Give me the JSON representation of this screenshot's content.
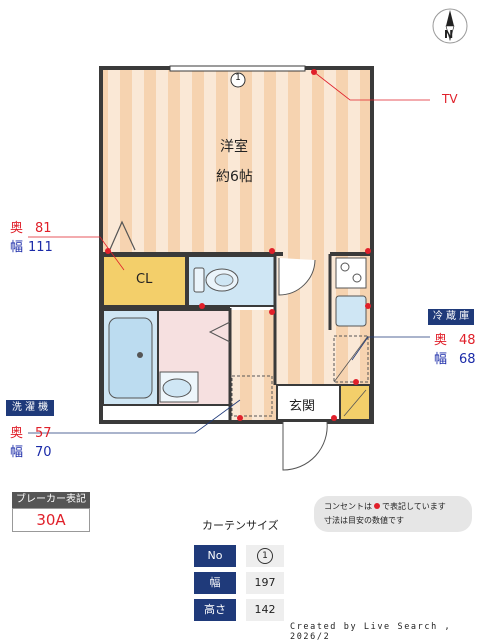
{
  "compass": {
    "label": "N"
  },
  "rooms": {
    "main_name": "洋室",
    "main_size": "約6帖",
    "closet": "CL",
    "entrance": "玄関"
  },
  "window_marker": "1",
  "tv": {
    "label": "TV"
  },
  "cl_space": {
    "depth_label": "奥",
    "depth": "81",
    "width_label": "幅",
    "width": "111"
  },
  "fridge": {
    "title": "冷 蔵 庫",
    "depth_label": "奥",
    "depth": "48",
    "width_label": "幅",
    "width": "68"
  },
  "washer": {
    "title": "洗 濯 機",
    "depth_label": "奥",
    "depth": "57",
    "width_label": "幅",
    "width": "70"
  },
  "breaker": {
    "title": "ブレーカー表記",
    "value": "30A"
  },
  "note": {
    "line1_pre": "コンセントは",
    "line1_post": "で表記しています",
    "line2": "寸法は目安の数値です",
    "outlet_color": "#e0202a"
  },
  "curtain": {
    "title": "カーテンサイズ",
    "rows": [
      {
        "label": "No",
        "value": "1"
      },
      {
        "label": "幅",
        "value": "197"
      },
      {
        "label": "高さ",
        "value": "142"
      }
    ]
  },
  "credit": "Created by Live Search , 2026/2",
  "colors": {
    "wall": "#3a3a3a",
    "floor_stripe_a": "#f6d6b6",
    "floor_stripe_b": "#f9e6d2",
    "closet": "#f3cf6a",
    "bath": "#cfe6f4",
    "wash": "#f6e0e0",
    "accent_blue": "#1f3a7a",
    "outlet": "#e0202a"
  }
}
